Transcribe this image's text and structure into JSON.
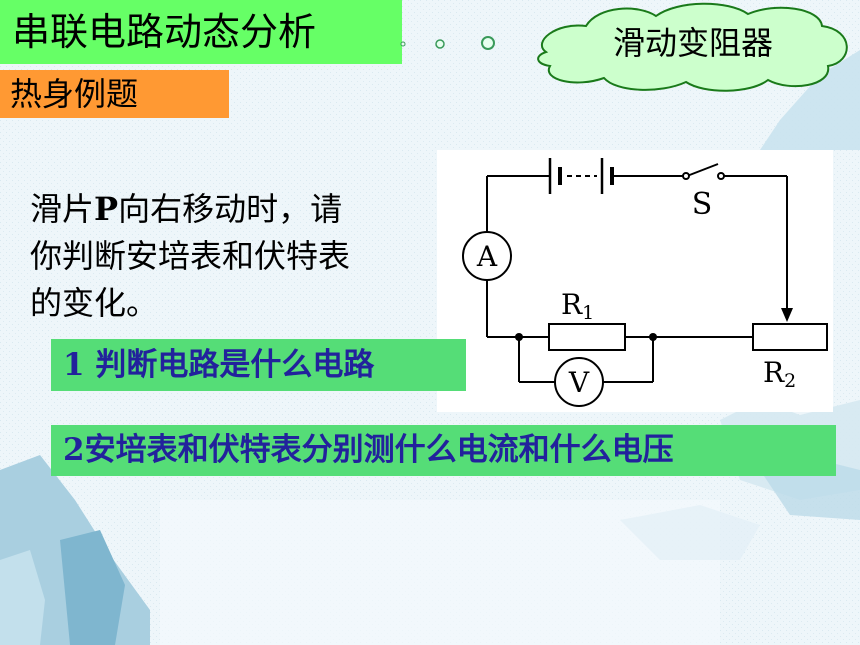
{
  "title": "串联电路动态分析",
  "cloud_label": "滑动变阻器",
  "subtitle": "热身例题",
  "question": {
    "line1_p1": "滑片",
    "line1_bold": "P",
    "line1_p2": "向右移动时，请",
    "line2": "你判断安培表和伏特表",
    "line3": "的变化。"
  },
  "hints": [
    "1 判断电路是什么电路",
    "2安培表和伏特表分别测什么电流和什么电压"
  ],
  "circuit": {
    "ammeter": "A",
    "voltmeter": "V",
    "switch": "S",
    "r1_main": "R",
    "r1_sub": "1",
    "r2_main": "R",
    "r2_sub": "2"
  },
  "colors": {
    "title_bg": "#66ff66",
    "subtitle_bg": "#ff9933",
    "hint_bg": "#55dd77",
    "hint_text": "#22229c",
    "cloud_fill": "#ccffcc",
    "background": "#eef6fa"
  }
}
